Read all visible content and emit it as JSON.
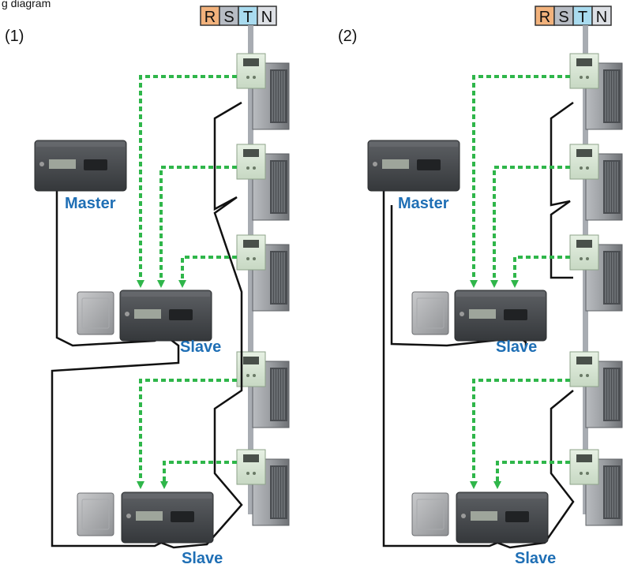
{
  "header_text": "g diagram",
  "panels": [
    {
      "label": "(1)",
      "phases": [
        "R",
        "S",
        "T",
        "N"
      ],
      "master_label": "Master",
      "slave_labels": [
        "Slave",
        "Slave"
      ]
    },
    {
      "label": "(2)",
      "phases": [
        "R",
        "S",
        "T",
        "N"
      ],
      "master_label": "Master",
      "slave_labels": [
        "Slave",
        "Slave"
      ]
    }
  ],
  "colors": {
    "phase_R": "#f2b27c",
    "phase_S": "#b7bcc4",
    "phase_T": "#a9dbef",
    "phase_N": "#dde0e5",
    "signal_line": "#2fb64a",
    "comm_line": "#111111",
    "role_text": "#1f6fb5",
    "power_bus": "#a8acb2",
    "unit_body": "#8a8d91"
  },
  "icons": [
    "outdoor-unit-icon",
    "controller-icon",
    "expansion-module-icon",
    "pcb-display-icon"
  ]
}
